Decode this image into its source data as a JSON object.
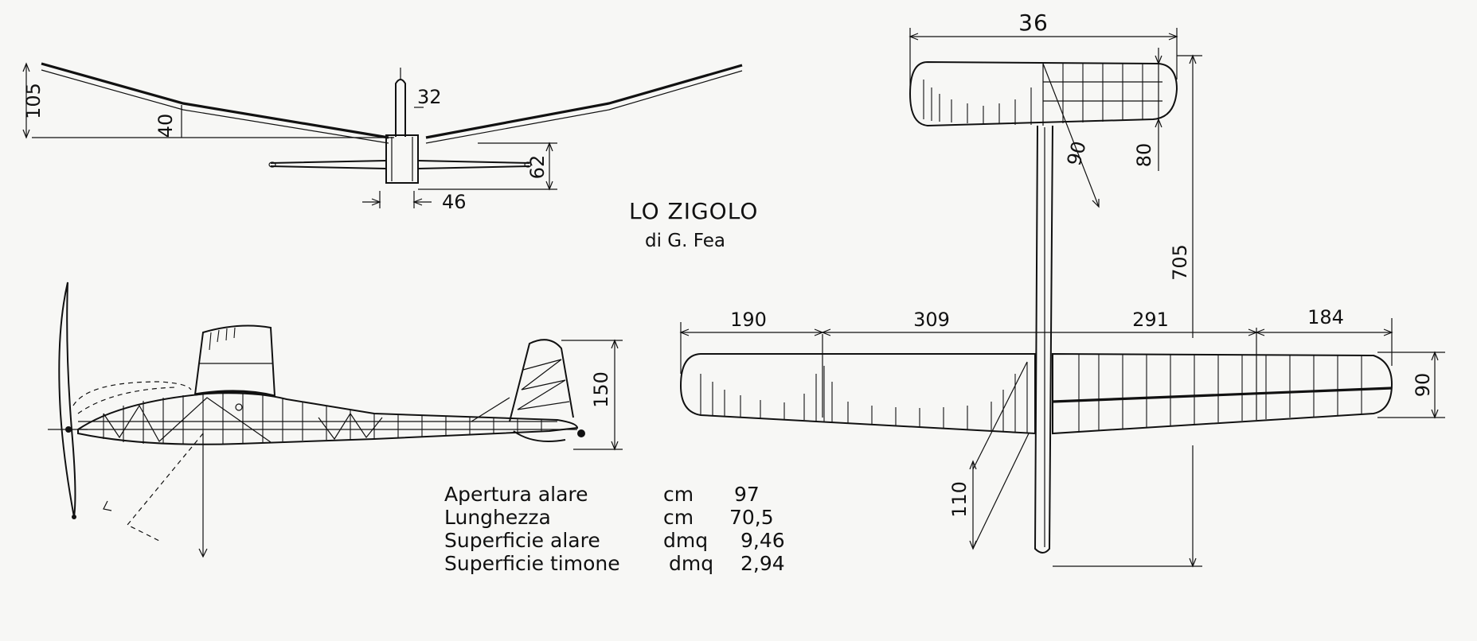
{
  "title": "LO ZIGOLO",
  "author": "di G. Fea",
  "front_view": {
    "dims": [
      "105",
      "40",
      "32",
      "62",
      "46"
    ]
  },
  "plan_view": {
    "dims": [
      "36",
      "80",
      "90",
      "705",
      "190",
      "309",
      "291",
      "184",
      "90",
      "110"
    ]
  },
  "side_view": {
    "dims": [
      "150"
    ]
  },
  "specs": [
    {
      "label": "Apertura alare",
      "unit": "cm",
      "value": "97"
    },
    {
      "label": "Lunghezza",
      "unit": "cm",
      "value": "70,5"
    },
    {
      "label": "Superficie alare",
      "unit": "dmq",
      "value": "9,46"
    },
    {
      "label": "Superficie timone",
      "unit": "dmq",
      "value": "2,94"
    }
  ],
  "colors": {
    "ink": "#111111",
    "paper": "#f7f7f5"
  }
}
